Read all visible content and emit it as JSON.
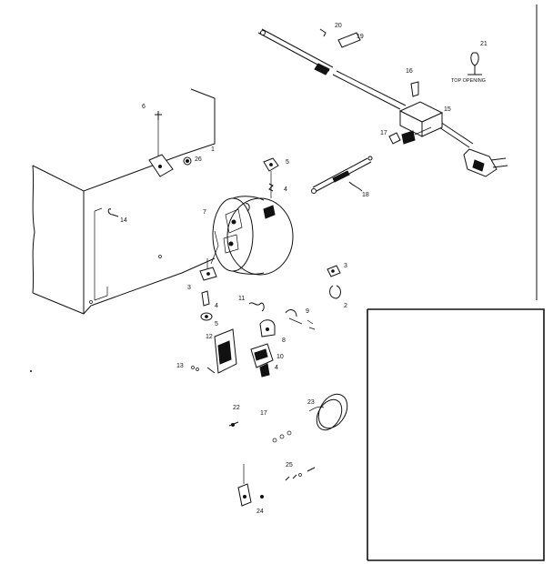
{
  "callouts": [
    {
      "id": "c1",
      "text": "1"
    },
    {
      "id": "c2",
      "text": "2"
    },
    {
      "id": "c3a",
      "text": "3"
    },
    {
      "id": "c3b",
      "text": "3"
    },
    {
      "id": "c4a",
      "text": "4"
    },
    {
      "id": "c4b",
      "text": "4"
    },
    {
      "id": "c4c",
      "text": "4"
    },
    {
      "id": "c5a",
      "text": "5"
    },
    {
      "id": "c5b",
      "text": "5"
    },
    {
      "id": "c6",
      "text": "6"
    },
    {
      "id": "c7",
      "text": "7"
    },
    {
      "id": "c8",
      "text": "8"
    },
    {
      "id": "c9",
      "text": "9"
    },
    {
      "id": "c10",
      "text": "10"
    },
    {
      "id": "c11",
      "text": "11"
    },
    {
      "id": "c12",
      "text": "12"
    },
    {
      "id": "c13",
      "text": "13"
    },
    {
      "id": "c14",
      "text": "14"
    },
    {
      "id": "c15",
      "text": "15"
    },
    {
      "id": "c16",
      "text": "16"
    },
    {
      "id": "c17a",
      "text": "17"
    },
    {
      "id": "c17b",
      "text": "17"
    },
    {
      "id": "c18",
      "text": "18"
    },
    {
      "id": "c19",
      "text": "19"
    },
    {
      "id": "c20",
      "text": "20"
    },
    {
      "id": "c21",
      "text": "21"
    },
    {
      "id": "c22",
      "text": "22"
    },
    {
      "id": "c23",
      "text": "23"
    },
    {
      "id": "c24",
      "text": "24"
    },
    {
      "id": "c25",
      "text": "25"
    },
    {
      "id": "c26",
      "text": "26"
    }
  ],
  "note_21": "TOP OPENING"
}
